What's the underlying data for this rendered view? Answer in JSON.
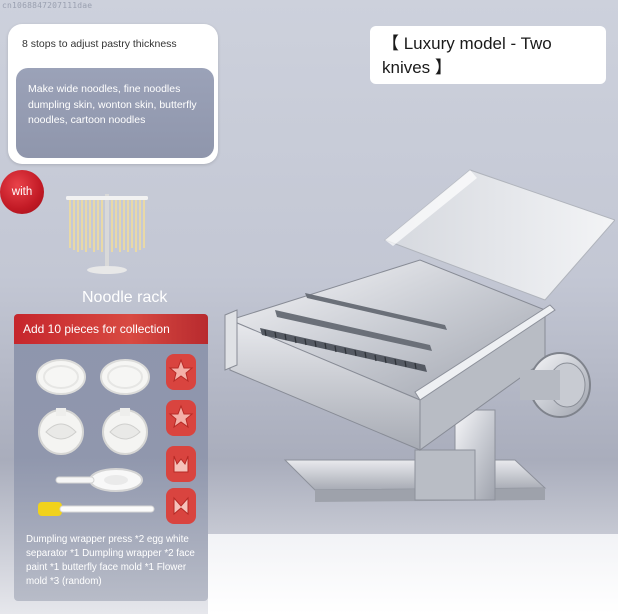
{
  "watermark": "cn1068847207111dae",
  "info_card": {
    "stops_text": "8 stops to adjust pastry thickness",
    "uses_text": "Make wide noodles, fine noodles dumpling skin, wonton skin, butterfly noodles, cartoon noodles"
  },
  "luxury_label": "【 Luxury model - Two knives 】",
  "with_badge": "with",
  "rack_label": "Noodle rack",
  "collection": {
    "header": "Add 10 pieces for collection",
    "description": "Dumpling wrapper press *2 egg white separator *1 Dumpling wrapper *2 face paint *1 butterfly face mold *1 Flower mold *3 (random)"
  },
  "colors": {
    "accent_red": "#c6262c",
    "panel_blue_grey": "#8e95ad",
    "mold_red": "#d9443f",
    "brush_yellow": "#f1d21c"
  }
}
